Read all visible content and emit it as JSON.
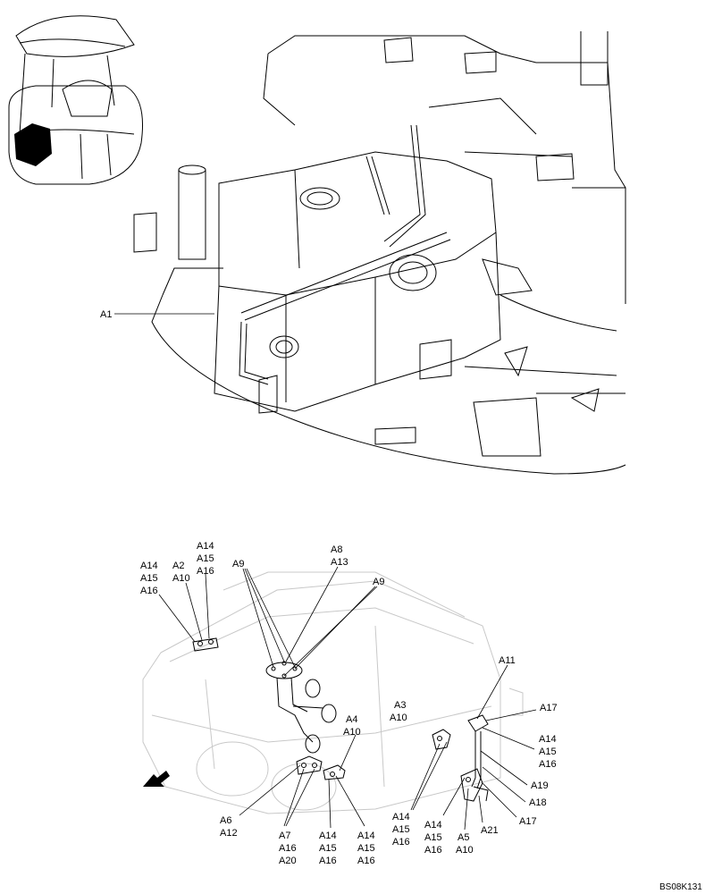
{
  "drawing_code": "BS08K131",
  "callouts": {
    "a1": "A1",
    "g1": [
      "A14",
      "A15",
      "A16"
    ],
    "g2": [
      "A2",
      "A10"
    ],
    "g3": [
      "A14",
      "A15",
      "A16"
    ],
    "a9_left": "A9",
    "g4": [
      "A8",
      "A13"
    ],
    "a9_right": "A9",
    "a11": "A11",
    "a17_top": "A17",
    "g5": [
      "A3",
      "A10"
    ],
    "g6": [
      "A4",
      "A10"
    ],
    "g7": [
      "A14",
      "A15",
      "A16"
    ],
    "a19": "A19",
    "a18": "A18",
    "a17_bottom": "A17",
    "a21": "A21",
    "g8": [
      "A6",
      "A12"
    ],
    "g9": [
      "A7",
      "A16",
      "A20"
    ],
    "g10": [
      "A14",
      "A15",
      "A16"
    ],
    "g11": [
      "A14",
      "A15",
      "A16"
    ],
    "g12": [
      "A14",
      "A15",
      "A16"
    ],
    "g13": [
      "A14",
      "A15",
      "A16"
    ],
    "g14": [
      "A5",
      "A10"
    ]
  }
}
